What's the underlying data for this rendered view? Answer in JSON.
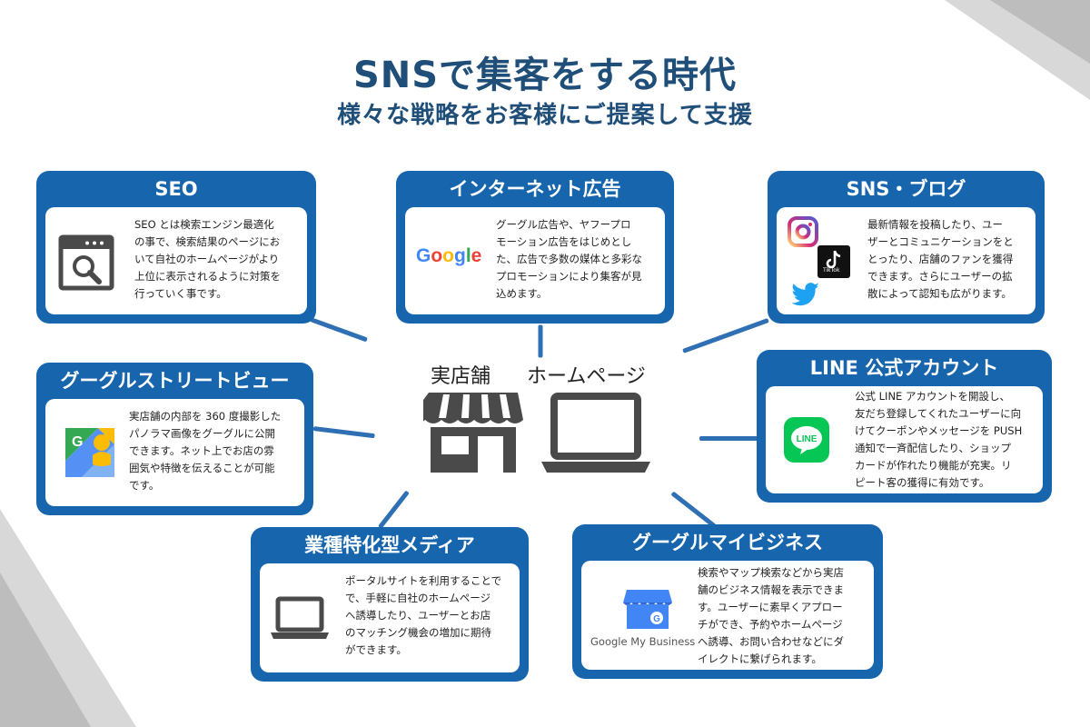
{
  "header": {
    "title": "SNSで集客をする時代",
    "subtitle": "様々な戦略をお客様にご提案して支援"
  },
  "center": {
    "store_label": "実店舗",
    "homepage_label": "ホームページ"
  },
  "cards": {
    "seo": {
      "title": "SEO",
      "lines": [
        "SEO とは検索エンジン最適化",
        "の事で、検索結果のページにお",
        "いて自社のホームページがより",
        "上位に表示されるように対策を",
        "行っていく事です。"
      ]
    },
    "ads": {
      "title": "インターネット広告",
      "logo": "Google",
      "lines": [
        "グーグル広告や、ヤフープロ",
        "モーション広告をはじめとし",
        "た、広告で多数の媒体と多彩な",
        "プロモーションにより集客が見",
        "込めます。"
      ]
    },
    "sns": {
      "title": "SNS・ブログ",
      "tiktok_label": "TikTok",
      "lines": [
        "最新情報を投稿したり、ユー",
        "ザーとコミュニケーションをと",
        "とったり、店舗のファンを獲得",
        "できます。さらにユーザーの拡",
        "散によって認知も広がります。"
      ]
    },
    "streetview": {
      "title": "グーグルストリートビュー",
      "lines": [
        "実店舗の内部を 360 度撮影した",
        "パノラマ画像をグーグルに公開",
        "できます。ネット上でお店の雰",
        "囲気や特徴を伝えることが可能",
        "です。"
      ]
    },
    "line": {
      "title": "LINE 公式アカウント",
      "icon_label": "LINE",
      "lines": [
        "公式 LINE アカウントを開設し、",
        "友だち登録してくれたユーザーに向",
        "けてクーポンやメッセージを PUSH",
        "通知で一斉配信したり、ショップ",
        "カードが作れたり機能が充実。リ",
        "ピート客の獲得に有効です。"
      ]
    },
    "media": {
      "title": "業種特化型メディア",
      "lines": [
        "ポータルサイトを利用することで",
        "で、手軽に自社のホームページ",
        "へ誘導したり、ユーザーとお店",
        "のマッチング機会の増加に期待",
        "ができます。"
      ]
    },
    "mybusiness": {
      "title": "グーグルマイビジネス",
      "logo": "Google My Business",
      "lines": [
        "検索やマップ検索などから実店",
        "舗のビジネス情報を表示できま",
        "す。ユーザーに素早くアプロー",
        "チができ、予約やホームページ",
        "へ誘導、お問い合わせなどにダ",
        "イレクトに繋げられます。"
      ]
    }
  },
  "colors": {
    "title": "#1f4e79",
    "card": "#1766ad",
    "google_blue": "#4285F4",
    "google_red": "#EA4335",
    "google_yellow": "#FBBC05",
    "google_green": "#34A853",
    "line_green": "#06C755"
  },
  "icons": [
    "browser-search-icon",
    "google-logo",
    "instagram-icon",
    "tiktok-icon",
    "twitter-icon",
    "street-view-icon",
    "line-icon",
    "laptop-icon",
    "store-icon",
    "google-my-business-icon"
  ]
}
